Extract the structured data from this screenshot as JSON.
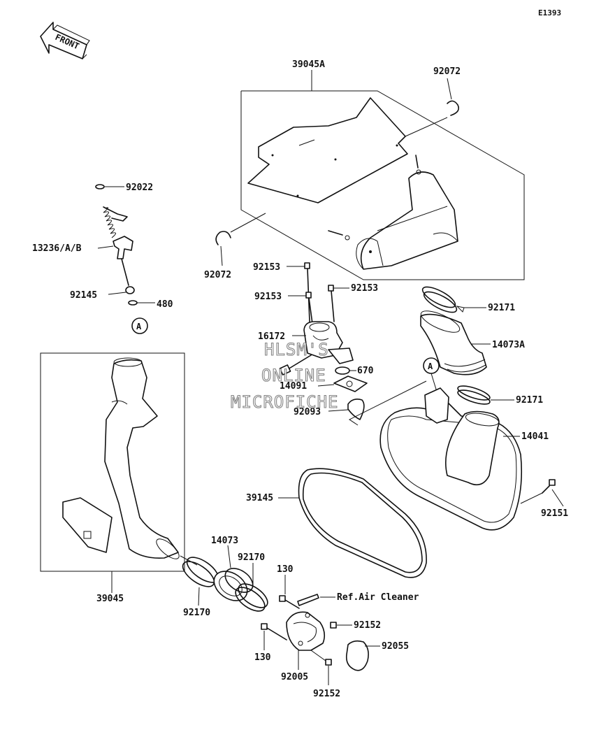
{
  "diagram_id": "E1393",
  "front_label": "FRONT",
  "ref_marker": "A",
  "watermark": [
    "HLSM'S",
    "ONLINE",
    "MICROFICHE"
  ],
  "parts": {
    "p39045A": "39045A",
    "p92072_top": "92072",
    "p92072_left": "92072",
    "p92022": "92022",
    "p13236": "13236/A/B",
    "p92145": "92145",
    "p480": "480",
    "p92153_a": "92153",
    "p92153_b": "92153",
    "p92153_c": "92153",
    "p16172": "16172",
    "p670": "670",
    "p14091": "14091",
    "p92093": "92093",
    "p92171_a": "92171",
    "p14073A": "14073A",
    "p92171_b": "92171",
    "p14041": "14041",
    "p39145": "39145",
    "p92151": "92151",
    "p39045": "39045",
    "p14073": "14073",
    "p92170_a": "92170",
    "p92170_b": "92170",
    "p130_a": "130",
    "p130_b": "130",
    "ref_air_cleaner": "Ref.Air Cleaner",
    "p92152_a": "92152",
    "p92152_b": "92152",
    "p92055": "92055",
    "p92005": "92005"
  }
}
